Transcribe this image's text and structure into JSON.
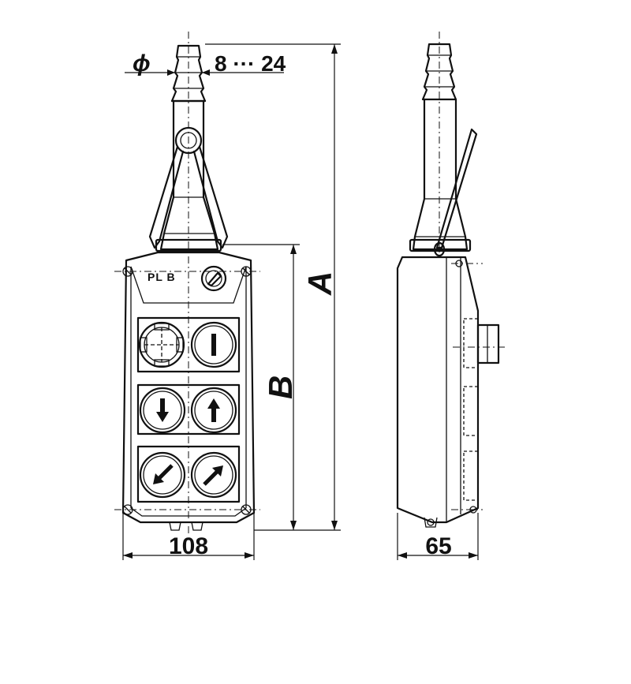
{
  "front_view": {
    "model_label": "PL B",
    "cable_diameter_symbol": "ϕ",
    "cable_diameter_range": "8 ··· 24",
    "width": "108",
    "overall_length_symbol": "A",
    "body_length_symbol": "B",
    "buttons": [
      {
        "row": 1,
        "col": 1,
        "symbol": "emergency-stop-icon"
      },
      {
        "row": 1,
        "col": 2,
        "symbol": "on-bar-icon"
      },
      {
        "row": 2,
        "col": 1,
        "symbol": "arrow-down-icon"
      },
      {
        "row": 2,
        "col": 2,
        "symbol": "arrow-up-icon"
      },
      {
        "row": 3,
        "col": 1,
        "symbol": "arrow-down-left-icon"
      },
      {
        "row": 3,
        "col": 2,
        "symbol": "arrow-up-right-icon"
      }
    ]
  },
  "side_view": {
    "depth": "65"
  }
}
